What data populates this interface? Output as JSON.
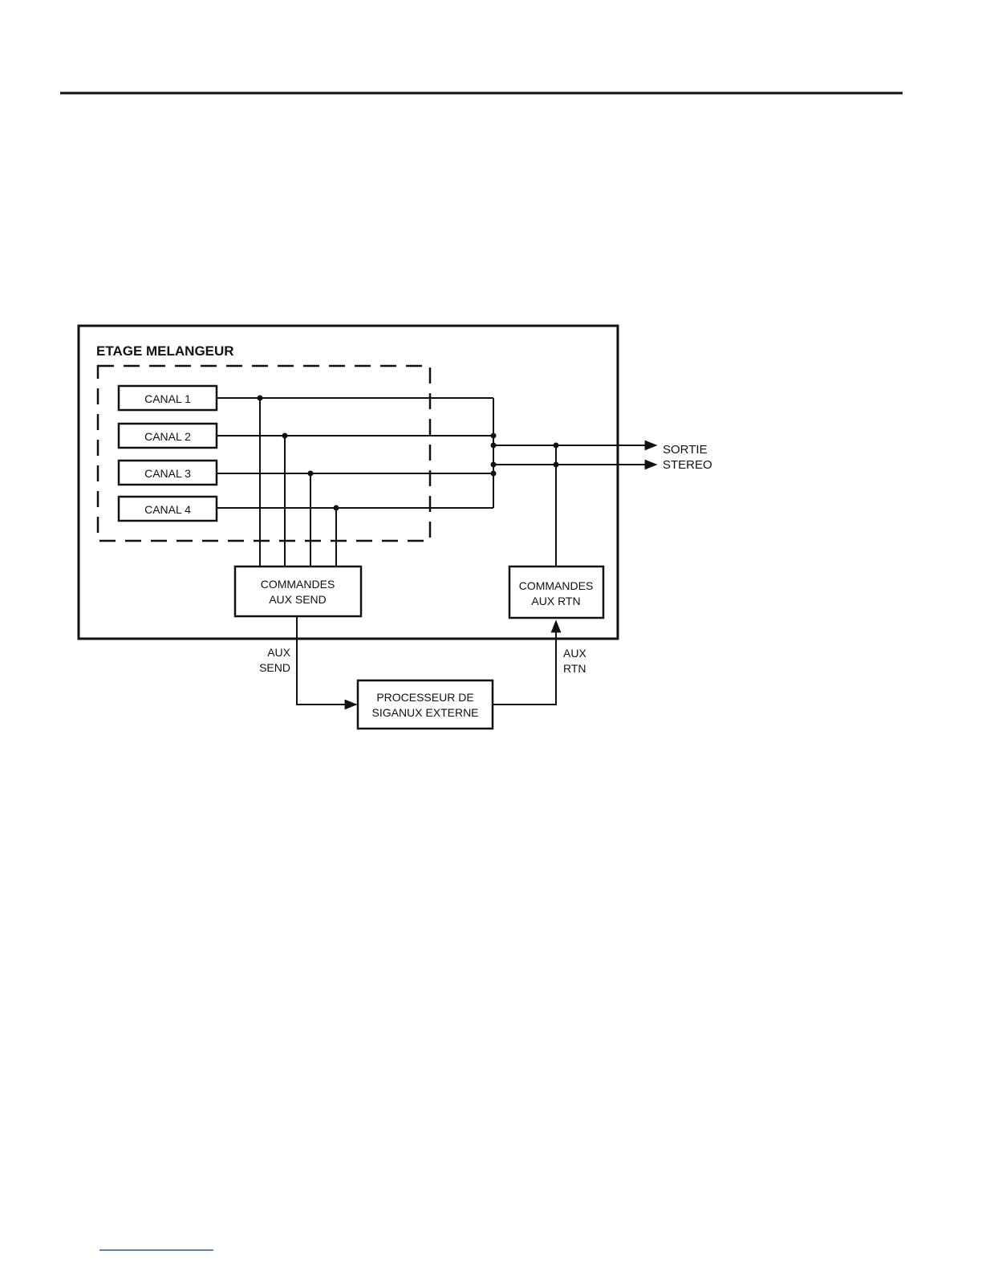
{
  "diagram": {
    "mixer_title": "ETAGE MELANGEUR",
    "channels": [
      {
        "label": "CANAL 1"
      },
      {
        "label": "CANAL 2"
      },
      {
        "label": "CANAL 3"
      },
      {
        "label": "CANAL 4"
      }
    ],
    "aux_send_controls": {
      "line1": "COMMANDES",
      "line2": "AUX SEND"
    },
    "aux_rtn_controls": {
      "line1": "COMMANDES",
      "line2": "AUX RTN"
    },
    "processor": {
      "line1": "PROCESSEUR DE",
      "line2": "SIGANUX EXTERNE"
    },
    "aux_send_label": {
      "line1": "AUX",
      "line2": "SEND"
    },
    "aux_rtn_label": {
      "line1": "AUX",
      "line2": "RTN"
    },
    "output_label": {
      "line1": "SORTIE",
      "line2": "STEREO"
    },
    "colors": {
      "ink": "#111111",
      "footer_rule": "#3355aa"
    }
  }
}
